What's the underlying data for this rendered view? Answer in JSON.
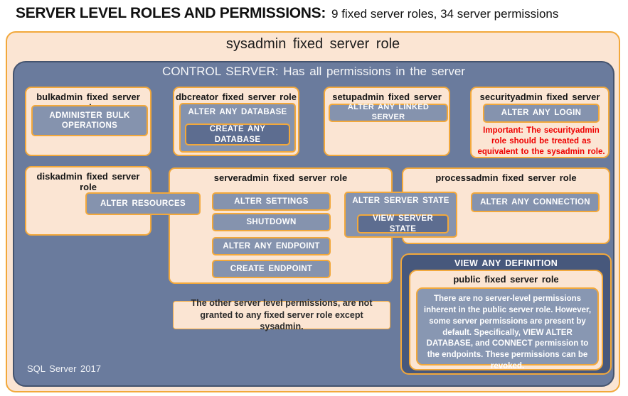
{
  "title": {
    "heading": "SERVER LEVEL ROLES AND PERMISSIONS:",
    "subtitle": "9 fixed server roles, 34 server permissions"
  },
  "sysadmin": {
    "label": "sysadmin fixed server role"
  },
  "control_server": {
    "label": "CONTROL SERVER: Has all permissions in the server",
    "version_label": "SQL Server 2017"
  },
  "roles": {
    "bulkadmin": {
      "title": "bulkadmin fixed server role",
      "perm_administer_bulk_operations": "ADMINISTER BULK OPERATIONS"
    },
    "dbcreator": {
      "title": "dbcreator fixed server role",
      "perm_alter_any_database": "ALTER ANY DATABASE",
      "perm_create_any_database": "CREATE ANY DATABASE"
    },
    "setupadmin": {
      "title": "setupadmin fixed server role",
      "perm_alter_any_linked_server": "ALTER ANY LINKED SERVER"
    },
    "securityadmin": {
      "title": "securityadmin fixed server role",
      "perm_alter_any_login": "ALTER ANY LOGIN",
      "warning": "Important: The securityadmin role should be treated as equivalent to the sysadmin role."
    },
    "diskadmin": {
      "title": "diskadmin fixed server role",
      "perm_alter_resources": "ALTER RESOURCES"
    },
    "serveradmin": {
      "title": "serveradmin fixed server role",
      "perm_alter_settings": "ALTER SETTINGS",
      "perm_shutdown": "SHUTDOWN",
      "perm_alter_any_endpoint": "ALTER ANY ENDPOINT",
      "perm_create_endpoint": "CREATE ENDPOINT"
    },
    "shared_state": {
      "perm_alter_server_state": "ALTER SERVER STATE",
      "perm_view_server_state": "VIEW SERVER STATE"
    },
    "processadmin": {
      "title": "processadmin fixed server role",
      "perm_alter_any_connection": "ALTER ANY CONNECTION"
    },
    "public": {
      "container_label": "VIEW ANY DEFINITION",
      "title": "public fixed server role",
      "note": "There are no server-level permissions inherent in the public server role. However, some server permissions are present by default. Specifically, VIEW ALTER DATABASE, and CONNECT permission to the endpoints. These permissions can be revoked."
    }
  },
  "notes": {
    "other_permissions": "The other server level permissions, are not granted to any fixed server role except sysadmin."
  },
  "colors": {
    "peach": "#fbe5d3",
    "orange_border": "#f2a83b",
    "slate_background": "#6a7b9d",
    "permission_fill": "#8593ae",
    "permission_dark_fill": "#5d6d90",
    "definition_fill": "#47587c",
    "public_note_fill": "#8897b2",
    "warning_red": "#ee0000"
  }
}
